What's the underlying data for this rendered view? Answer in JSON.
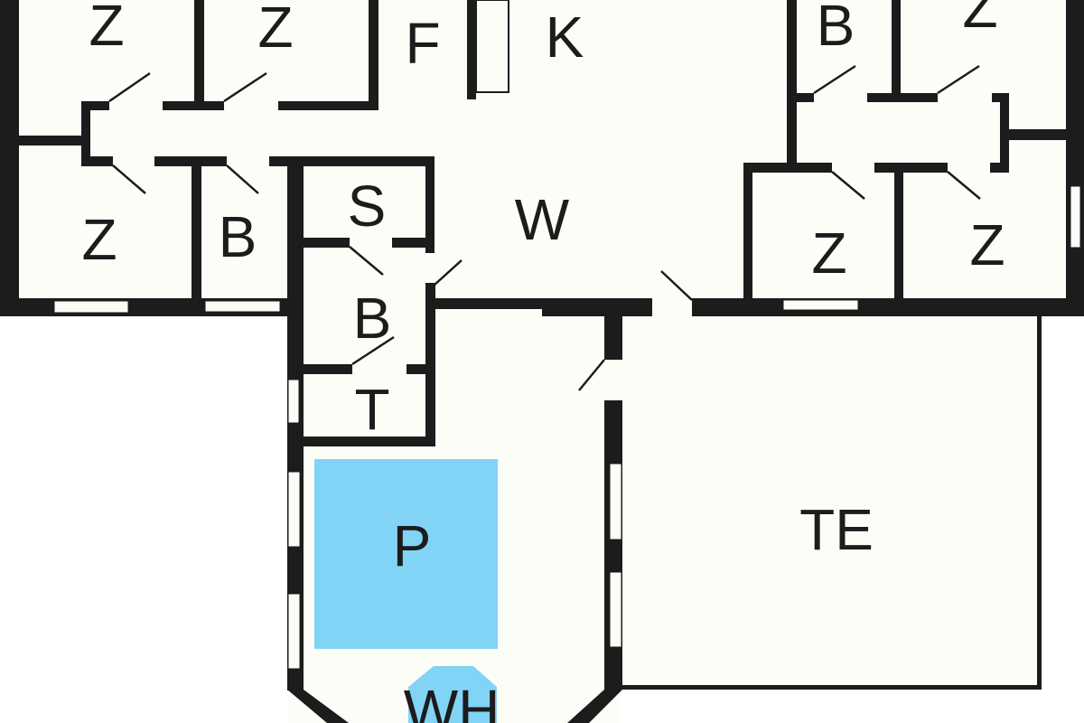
{
  "title": "Floor plan",
  "colors": {
    "wall": "#1c1c1c",
    "floor": "#fdfdf8",
    "pool": "#82d4f6"
  },
  "rooms": [
    {
      "label": "Z"
    },
    {
      "label": "Z"
    },
    {
      "label": "F"
    },
    {
      "label": "K"
    },
    {
      "label": "B"
    },
    {
      "label": "Z"
    },
    {
      "label": "Z"
    },
    {
      "label": "B"
    },
    {
      "label": "S"
    },
    {
      "label": "W"
    },
    {
      "label": "B"
    },
    {
      "label": "T"
    },
    {
      "label": "Z"
    },
    {
      "label": "Z"
    },
    {
      "label": "P"
    },
    {
      "label": "TE"
    },
    {
      "label": "WH"
    }
  ]
}
